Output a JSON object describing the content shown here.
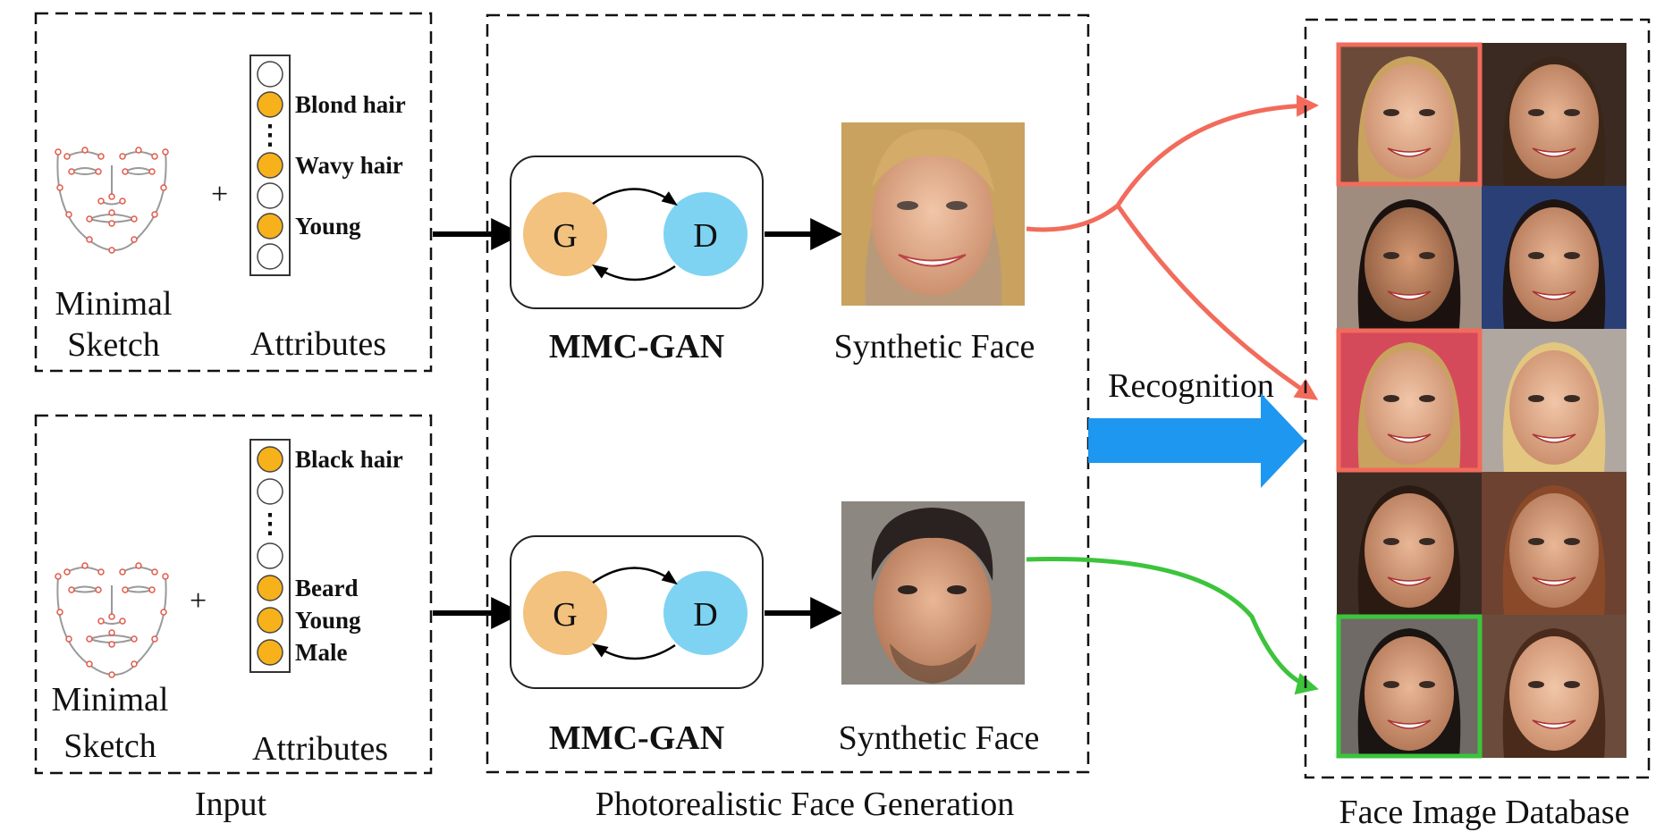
{
  "colors": {
    "generator": "#f2c27e",
    "discriminator": "#7fd3f2",
    "attribute_on": "#f7b11b",
    "match_red": "#f26b5b",
    "match_green": "#3cc43c",
    "recognition_arrow": "#1e97f0"
  },
  "input": {
    "caption": "Input",
    "top": {
      "sketch_label": "Minimal\nSketch",
      "plus": "+",
      "attributes_label": "Attributes",
      "attributes": [
        {
          "label": "",
          "on": false
        },
        {
          "label": "Blond hair",
          "on": true
        },
        {
          "label": "⋮",
          "on": null
        },
        {
          "label": "Wavy hair",
          "on": true
        },
        {
          "label": "",
          "on": false
        },
        {
          "label": "Young",
          "on": true
        },
        {
          "label": "",
          "on": false
        }
      ]
    },
    "bottom": {
      "sketch_label": "Minimal\nSketch",
      "plus": "+",
      "attributes_label": "Attributes",
      "attributes": [
        {
          "label": "Black hair",
          "on": true
        },
        {
          "label": "",
          "on": false
        },
        {
          "label": "⋮",
          "on": null
        },
        {
          "label": "",
          "on": false
        },
        {
          "label": "Beard",
          "on": true
        },
        {
          "label": "Young",
          "on": true
        },
        {
          "label": "Male",
          "on": true
        }
      ]
    }
  },
  "generation": {
    "caption": "Photorealistic Face Generation",
    "top": {
      "model_label": "MMC-GAN",
      "generator": "G",
      "discriminator": "D",
      "output_label": "Synthetic Face"
    },
    "bottom": {
      "model_label": "MMC-GAN",
      "generator": "G",
      "discriminator": "D",
      "output_label": "Synthetic Face"
    }
  },
  "recognition": {
    "label": "Recognition"
  },
  "database": {
    "caption": "Face Image Database"
  }
}
